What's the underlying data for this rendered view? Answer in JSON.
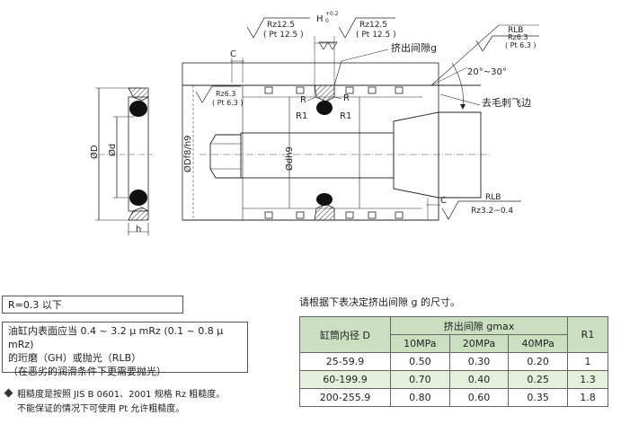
{
  "drawing": {
    "phi_D": "ØD",
    "phi_d": "Ød",
    "h": "h",
    "C_top": "C",
    "C_bottom": "C",
    "phi_D_f8h9": "ØDf8/h9",
    "phi_d_h9": "Ødh9",
    "H": "H",
    "H_tol_upper": "+0.2",
    "H_tol_lower": "0",
    "rz_left_top": "Rz12.5",
    "pt_left_top": "( Pt 12.5 )",
    "rz_right_top": "Rz12.5",
    "pt_right_top": "( Pt 12.5 )",
    "rz_mid": "Rz6.3",
    "pt_mid": "( Pt 6.3 )",
    "rlb_top": "RLB",
    "rz_right": "Rz6.3",
    "pt_right": "( Pt 6.3 )",
    "gap_label": "挤出间隙g",
    "angle": "20°~30°",
    "deburr": "去毛刺飞边",
    "R_left": "R",
    "R_right": "R",
    "R1_left": "R1",
    "R1_right": "R1",
    "rlb_bottom": "RLB",
    "rz_bottom": "Rz3.2~0.4"
  },
  "notes": {
    "r_value": "R=0.3 以下",
    "surface_line1": "油缸内表面应当 0.4 ~ 3.2 μ mRz (0.1 ~ 0.8 μ mRz)",
    "surface_line2": "的珩磨（GH）或抛光（RLB）",
    "surface_line3": "（在恶劣的润滑条件下更需要抛光）",
    "footnote_line1": "粗糙度是按照 JIS B 0601、2001 规格 Rz 粗糙度。",
    "footnote_line2": "不能保证的情况下可使用 Pt 允许粗糙度。"
  },
  "table": {
    "intro": "请根据下表决定挤出间隙 g 的尺寸。",
    "col_bore": "缸筒内径 D",
    "col_gap": "挤出间隙 gmax",
    "col_10": "10MPa",
    "col_20": "20MPa",
    "col_40": "40MPa",
    "col_r1": "R1",
    "rows": [
      {
        "bore": "25-59.9",
        "p10": "0.50",
        "p20": "0.30",
        "p40": "0.20",
        "r1": "1"
      },
      {
        "bore": "60-199.9",
        "p10": "0.70",
        "p20": "0.40",
        "p40": "0.25",
        "r1": "1.3"
      },
      {
        "bore": "200-255.9",
        "p10": "0.80",
        "p20": "0.60",
        "p40": "0.35",
        "r1": "1.8"
      }
    ]
  },
  "colors": {
    "table_header": "#c9dfc0",
    "table_stripe": "#e4efdc",
    "line": "#222222"
  }
}
